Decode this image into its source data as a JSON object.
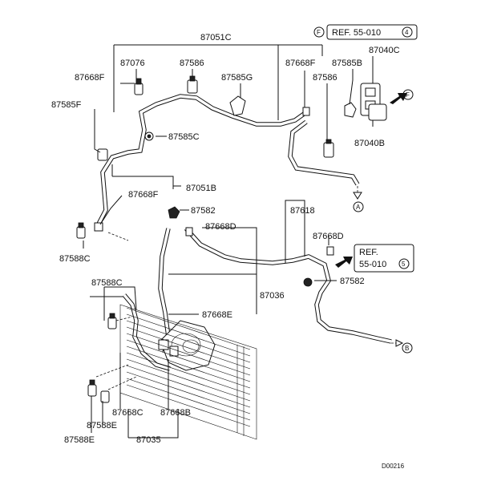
{
  "diagram_code": "D00216",
  "labels": {
    "p87051C": "87051C",
    "p87076": "87076",
    "p87586_a": "87586",
    "p87668F_a": "87668F",
    "p87585B": "87585B",
    "p87040C": "87040C",
    "p87668F_b": "87668F",
    "p87585G": "87585G",
    "p87586_b": "87586",
    "p87585F": "87585F",
    "p87585C": "87585C",
    "p87040B": "87040B",
    "p87051B": "87051B",
    "p87668F_c": "87668F",
    "p87582_a": "87582",
    "p87618": "87618",
    "p87668D_a": "87668D",
    "p87668D_b": "87668D",
    "p87588C_a": "87588C",
    "p87582_b": "87582",
    "p87588C_b": "87588C",
    "p87036": "87036",
    "p87668E": "87668E",
    "p87668C": "87668C",
    "p87668B": "87668B",
    "p87588E_a": "87588E",
    "p87588E_b": "87588E",
    "p87035": "87035"
  },
  "references": {
    "ref_top_prefix": "F",
    "ref_top_text": "REF. 55-010",
    "ref_top_num": "4",
    "ref_mid_line1": "REF.",
    "ref_mid_line2": "55-010",
    "ref_mid_num": "5"
  },
  "markers": {
    "F": "F",
    "A": "A",
    "B": "B"
  }
}
